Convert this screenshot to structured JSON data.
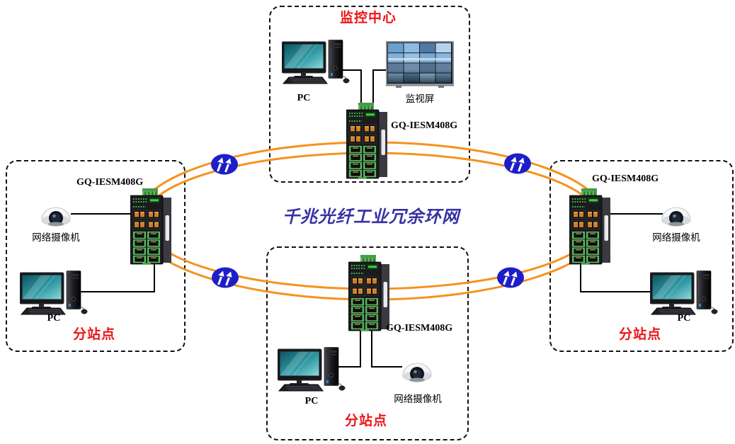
{
  "title": {
    "text": "千兆光纤工业冗余环网",
    "color": "#3531A6"
  },
  "colors": {
    "ring": "#F5921E",
    "fiber_icon": "#1E1EC8",
    "station_label": "#EE1416",
    "connection_line": "#000000"
  },
  "stations": {
    "top": {
      "label": "监控中心",
      "switch_model": "GQ-IESM408G",
      "pc_label": "PC",
      "monitor_label": "监视屏"
    },
    "left": {
      "label": "分站点",
      "switch_model": "GQ-IESM408G",
      "pc_label": "PC",
      "camera_label": "网络摄像机"
    },
    "right": {
      "label": "分站点",
      "switch_model": "GQ-IESM408G",
      "pc_label": "PC",
      "camera_label": "网络摄像机"
    },
    "bottom": {
      "label": "分站点",
      "switch_model": "GQ-IESM408G",
      "pc_label": "PC",
      "camera_label": "网络摄像机"
    }
  }
}
